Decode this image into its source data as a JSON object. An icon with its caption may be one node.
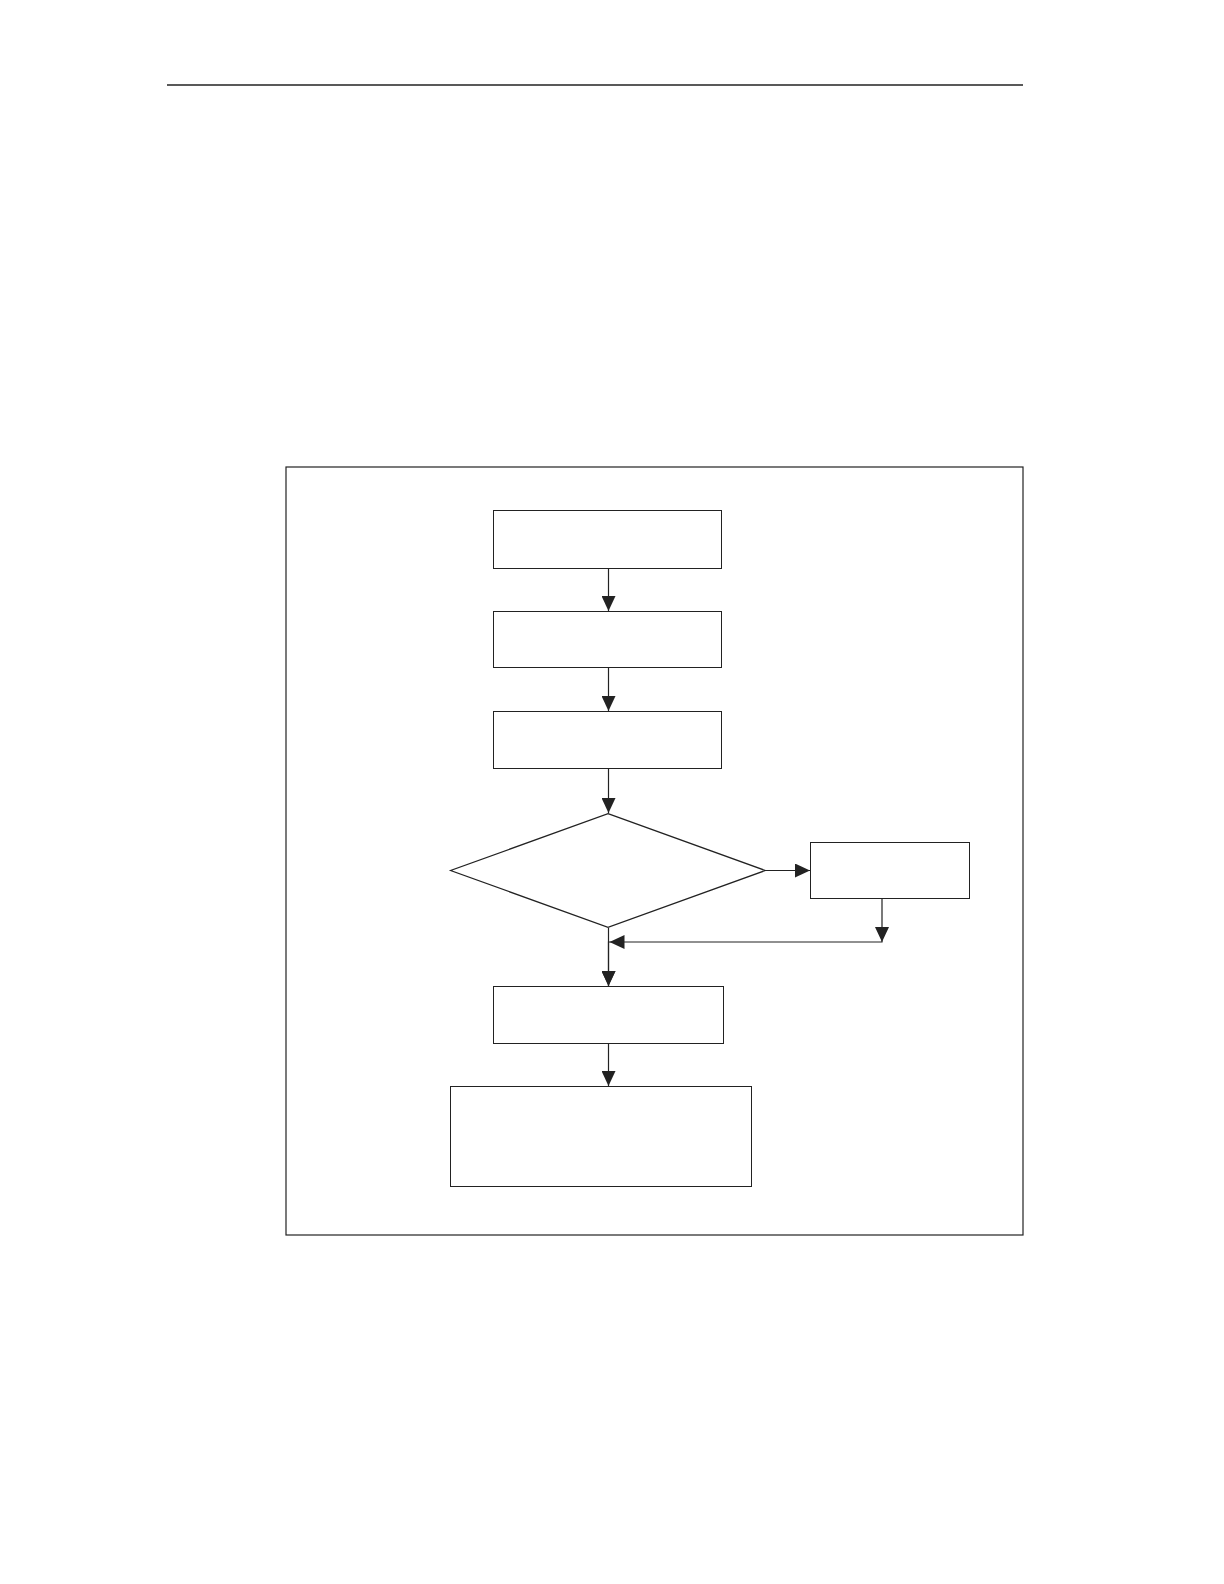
{
  "diagram": {
    "nodes": [
      {
        "text": [],
        "shape": "box"
      },
      {
        "text": [],
        "shape": "box"
      },
      {
        "text": [],
        "shape": "box"
      },
      {
        "text": [],
        "shape": "diamond"
      },
      {
        "text": [],
        "shape": "box"
      },
      {
        "text": [],
        "shape": "box"
      },
      {
        "text": [],
        "shape": "box"
      }
    ],
    "edges": [
      {
        "from": 0,
        "to": 1,
        "arrow": "to"
      },
      {
        "from": 1,
        "to": 2,
        "arrow": "to"
      },
      {
        "from": 2,
        "to": 3,
        "arrow": "to"
      },
      {
        "from": 3,
        "to": 4,
        "arrow": "to"
      },
      {
        "from": 3,
        "to": 5,
        "arrow": "to"
      },
      {
        "from": 4,
        "to": 5,
        "arrow": "to"
      },
      {
        "from": 5,
        "to": 6,
        "arrow": "to"
      }
    ]
  }
}
